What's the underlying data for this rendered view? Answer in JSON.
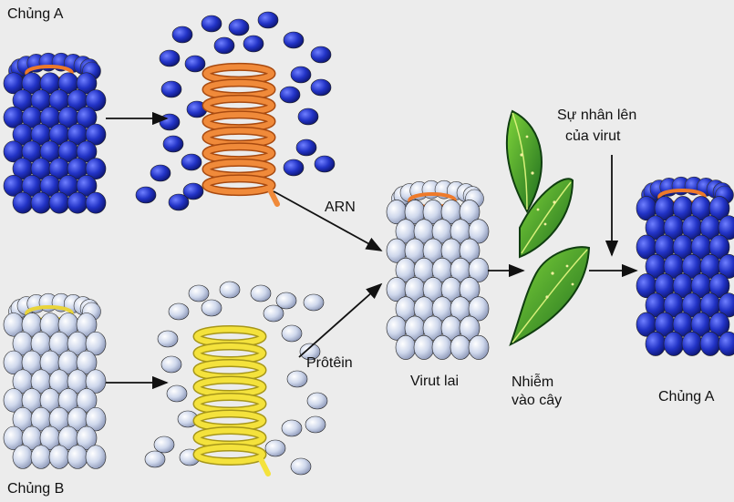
{
  "labels": {
    "strain_a_top": "Chủng A",
    "strain_b": "Chủng B",
    "rna": "ARN",
    "protein": "Prôtêin",
    "hybrid_virus": "Virut lai",
    "infect_line1": "Nhiễm",
    "infect_line2": "vào cây",
    "replication_line1": "Sự nhân lên",
    "replication_line2": "của virut",
    "strain_a_result": "Chủng A"
  },
  "colors": {
    "background": "#ececec",
    "capsid_a": "#1f2fb0",
    "capsid_b": "#cdd6ea",
    "rna_a": "#ee7a2a",
    "rna_b": "#f2e036",
    "leaf": "#2e9a2e"
  }
}
